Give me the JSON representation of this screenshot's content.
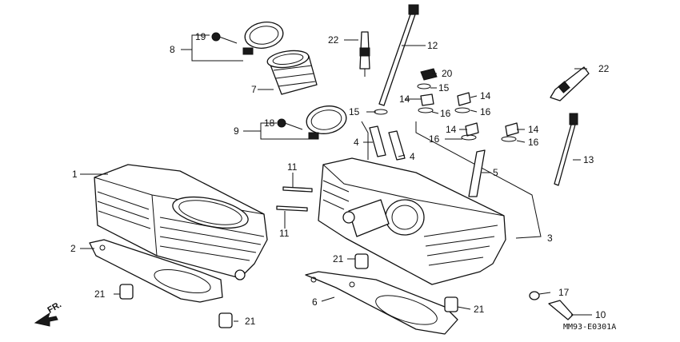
{
  "diagram_code": "MM93-E0301A",
  "front_label": "FR.",
  "callouts": [
    {
      "id": "c1",
      "label": "1"
    },
    {
      "id": "c2",
      "label": "2"
    },
    {
      "id": "c3",
      "label": "3"
    },
    {
      "id": "c4a",
      "label": "4"
    },
    {
      "id": "c4b",
      "label": "4"
    },
    {
      "id": "c5",
      "label": "5"
    },
    {
      "id": "c6",
      "label": "6"
    },
    {
      "id": "c7",
      "label": "7"
    },
    {
      "id": "c8",
      "label": "8"
    },
    {
      "id": "c9",
      "label": "9"
    },
    {
      "id": "c10",
      "label": "10"
    },
    {
      "id": "c11a",
      "label": "11"
    },
    {
      "id": "c11b",
      "label": "11"
    },
    {
      "id": "c12",
      "label": "12"
    },
    {
      "id": "c13",
      "label": "13"
    },
    {
      "id": "c14a",
      "label": "14"
    },
    {
      "id": "c14b",
      "label": "14"
    },
    {
      "id": "c14c",
      "label": "14"
    },
    {
      "id": "c14d",
      "label": "14"
    },
    {
      "id": "c15a",
      "label": "15"
    },
    {
      "id": "c15b",
      "label": "15"
    },
    {
      "id": "c16a",
      "label": "16"
    },
    {
      "id": "c16b",
      "label": "16"
    },
    {
      "id": "c16c",
      "label": "16"
    },
    {
      "id": "c16d",
      "label": "16"
    },
    {
      "id": "c17",
      "label": "17"
    },
    {
      "id": "c18",
      "label": "18"
    },
    {
      "id": "c19",
      "label": "19"
    },
    {
      "id": "c20",
      "label": "20"
    },
    {
      "id": "c21a",
      "label": "21"
    },
    {
      "id": "c21b",
      "label": "21"
    },
    {
      "id": "c21c",
      "label": "21"
    },
    {
      "id": "c21d",
      "label": "21"
    },
    {
      "id": "c22a",
      "label": "22"
    },
    {
      "id": "c22b",
      "label": "22"
    }
  ]
}
